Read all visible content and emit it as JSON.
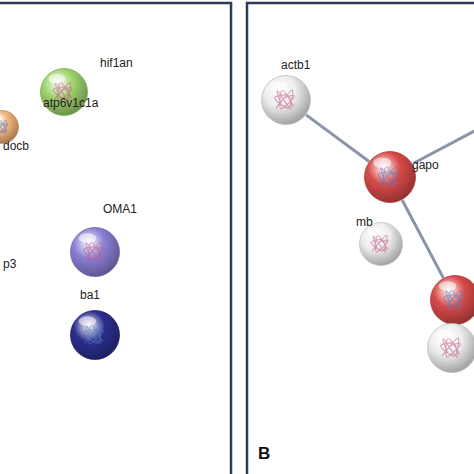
{
  "diagram": {
    "nodes": [
      {
        "text": [
          "hif1an"
        ]
      },
      {
        "text": [
          "atp6v1c1a"
        ]
      },
      {
        "text": [
          "docb"
        ]
      },
      {
        "text": [
          "p3"
        ]
      },
      {
        "text": [
          "OMA1"
        ]
      },
      {
        "text": [
          "ba1"
        ]
      },
      {
        "text": [
          "actb1"
        ]
      },
      {
        "text": [
          "gapo"
        ]
      },
      {
        "text": [
          "mb"
        ]
      },
      {
        "text": []
      },
      {
        "text": []
      }
    ],
    "edges": [
      {
        "from": 6,
        "to": 7,
        "arrow": "none"
      },
      {
        "from": 7,
        "to": 9,
        "arrow": "none"
      }
    ],
    "labels": [
      "B"
    ]
  }
}
